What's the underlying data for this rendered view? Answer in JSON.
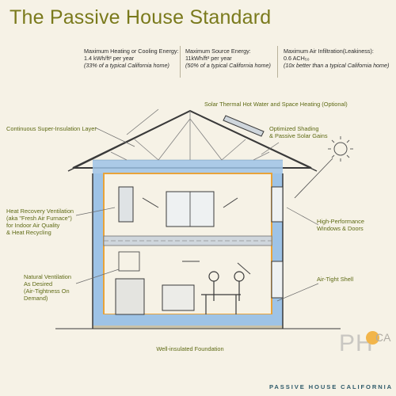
{
  "title": "The Passive House Standard",
  "metrics": [
    {
      "name": "Maximum Heating or Cooling Energy:",
      "value": "1.4 kWh/ft² per year",
      "comparison": "(33% of a typical California home)"
    },
    {
      "name": "Maximum Source Energy:",
      "value": "11kWh/ft² per year",
      "comparison": "(50% of a typical California home)"
    },
    {
      "name": "Maximum Air Infiltration(Leakiness):",
      "value": "0.6 ACH₅₀",
      "comparison": "(10x better than a typical California home)"
    }
  ],
  "labels": {
    "solar_thermal": "Solar Thermal Hot Water and Space Heating (Optional)",
    "super_insulation": "Continuous Super-Insulation Layer",
    "shading": "Optimized Shading\n& Passive Solar Gains",
    "hrv": "Heat Recovery Ventilation\n(aka \"Fresh Air Furnace\")\nfor Indoor Air Quality\n& Heat Recycling",
    "windows": "High-Performance\nWindows & Doors",
    "natural_vent": "Natural Ventilation\nAs Desired\n(Air-Tightness On\nDemand)",
    "airtight": "Air-Tight Shell",
    "foundation": "Well-insulated Foundation"
  },
  "logo": {
    "letters": "PH",
    "suffix": "CA"
  },
  "footer": "PASSIVE HOUSE CALIFORNIA",
  "colors": {
    "background": "#f6f2e6",
    "insulation": "#9ec3e6",
    "airtight_shell": "#e8a33a",
    "label_text": "#5e6a14",
    "title_text": "#7a7a1c"
  }
}
